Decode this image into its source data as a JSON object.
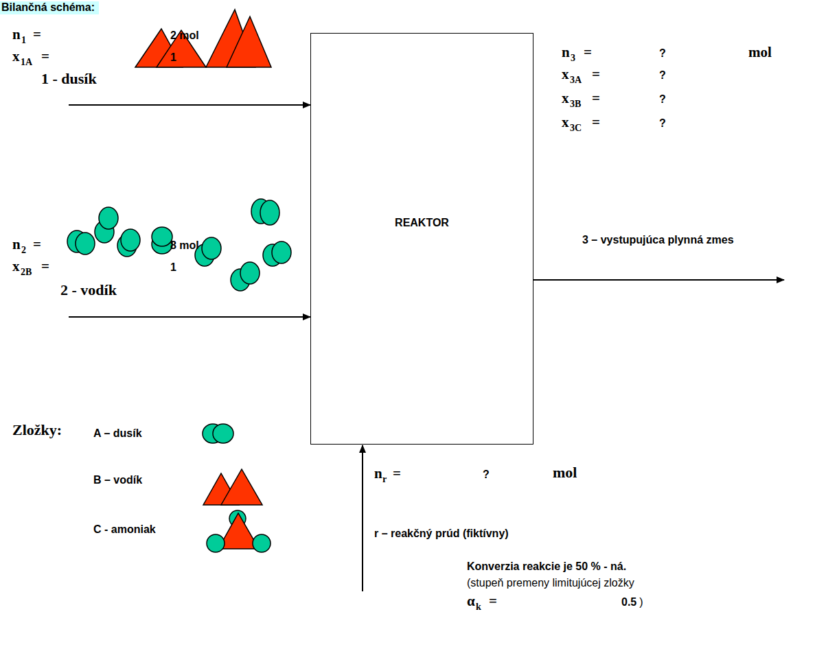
{
  "diagram": {
    "title": "Bilančná schéma:",
    "nodes": [
      {
        "text": [
          "REAKTOR"
        ]
      }
    ],
    "labels": [
      "n",
      "1",
      "=",
      "2 mol",
      "x",
      "1A",
      "=",
      "1",
      "1 - dusík",
      "n",
      "2",
      "=",
      "8 mol",
      "x",
      "2B",
      "=",
      "1",
      "2 - vodík",
      "n",
      "3",
      "=",
      "?",
      "mol",
      "x",
      "3A",
      "=",
      "?",
      "x",
      "3B",
      "=",
      "?",
      "x",
      "3C",
      "=",
      "?",
      "3 – vystupujúca plynná zmes",
      "Zložky:",
      "n",
      "r",
      "=",
      "?",
      "mol",
      "r – reakčný prúd (fiktívny)",
      "Konverzia reakcie je 50 % - ná.",
      "(stupeň premeny limitujúcej zložky",
      "α",
      "k",
      "=",
      "0.5",
      ")"
    ],
    "legend": [
      {
        "text": "A – dusík"
      },
      {
        "text": "B – vodík"
      },
      {
        "text": "C - amoniak"
      }
    ]
  }
}
